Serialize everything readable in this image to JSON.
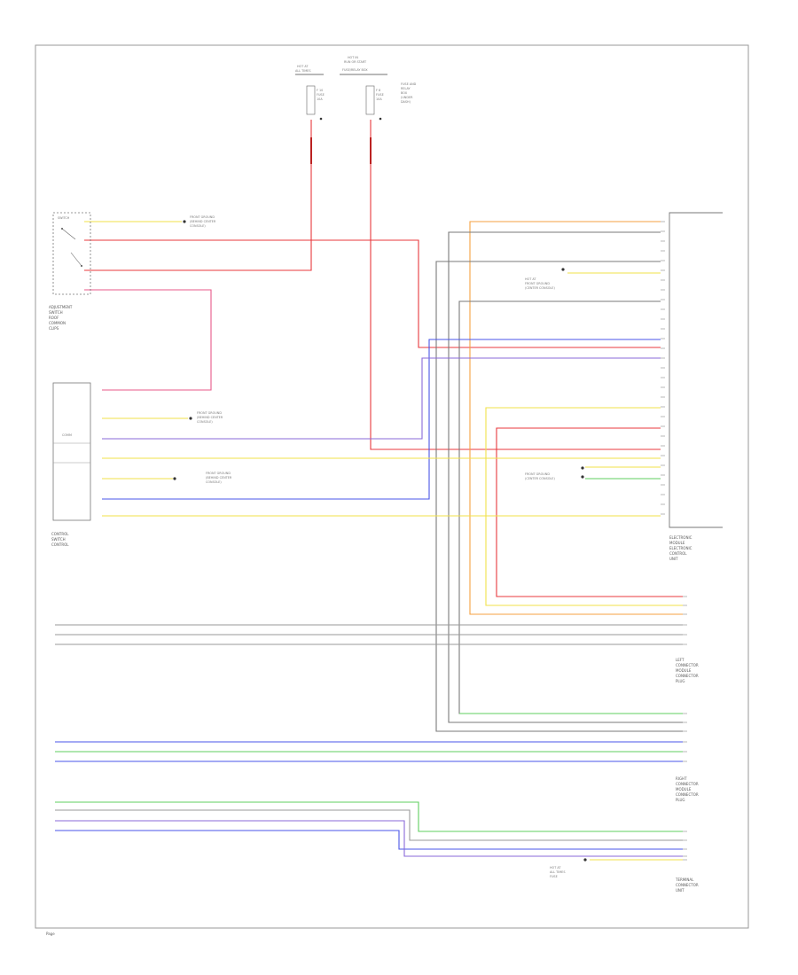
{
  "colors": {
    "red": "#e8383d",
    "pink": "#e85a8a",
    "blue": "#4a55e8",
    "violet": "#8a6ad8",
    "yellow": "#f0e24a",
    "green": "#5fcf5f",
    "orange": "#f5a142",
    "grey": "#7a7a7a",
    "frame": "#9a9a9a"
  },
  "components": [
    {
      "id": "adjuster-switch",
      "name_lines": [
        "ADJUSTMENT",
        "SWITCH",
        "ROOF",
        "COMMON",
        "CLIPS"
      ]
    },
    {
      "id": "control-switch",
      "name_lines": [
        "CONTROL",
        "SWITCH",
        "CONTROL"
      ]
    },
    {
      "id": "electronic-module",
      "name_lines": [
        "ELECTRONIC",
        "MODULE",
        "ELECTRONIC",
        "CONTROL",
        "UNIT"
      ]
    },
    {
      "id": "left-connector",
      "name_lines": [
        "LEFT",
        "CONNECTOR",
        "MODULE",
        "CONNECTOR",
        "PLUG"
      ]
    },
    {
      "id": "right-connector",
      "name_lines": [
        "RIGHT",
        "CONNECTOR",
        "MODULE",
        "CONNECTOR",
        "PLUG"
      ]
    },
    {
      "id": "terminal",
      "name_lines": [
        "TERMINAL",
        "CONNECTOR",
        "UNIT"
      ]
    }
  ],
  "footer": {
    "page_label": "Page"
  }
}
